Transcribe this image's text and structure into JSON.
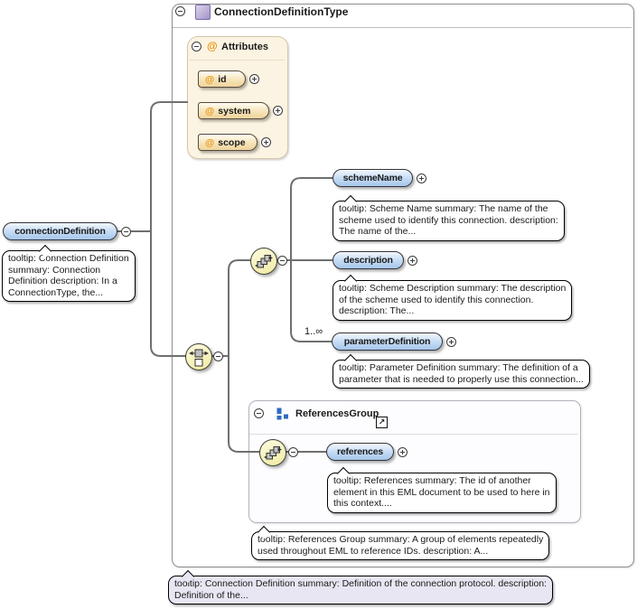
{
  "type_box": {
    "title": "ConnectionDefinitionType",
    "tooltip": "tooltip: Connection Definition summary: Definition of the connection protocol. description:\nDefinition of the..."
  },
  "attributes": {
    "title": "Attributes",
    "at_symbol": "@",
    "items": [
      {
        "label": "id"
      },
      {
        "label": "system"
      },
      {
        "label": "scope"
      }
    ]
  },
  "root": {
    "label": "connectionDefinition",
    "tooltip": "tooltip: Connection Definition\nsummary: Connection\nDefinition description: In a\nConnectionType, the..."
  },
  "elements": {
    "schemeName": {
      "label": "schemeName",
      "tooltip": "tooltip: Scheme Name summary: The name of the\nscheme used to identify this connection. description:\nThe name of the..."
    },
    "description": {
      "label": "description",
      "tooltip": "tooltip: Scheme Description summary: The description\nof the scheme used to identify this connection.\ndescription: The..."
    },
    "parameterDefinition": {
      "label": "parameterDefinition",
      "occurrence": "1..∞",
      "tooltip": "tooltip: Parameter Definition summary: The definition of a\nparameter that is needed to properly use this connection..."
    },
    "references": {
      "label": "references",
      "tooltip": "tooltip: References summary: The id of another\nelement in this EML document to be used to here in\nthis context...."
    }
  },
  "references_group": {
    "title": "ReferencesGroup",
    "external_link_glyph": "↗",
    "tooltip": "tooltip: References Group summary: A group of elements repeatedly\nused throughout EML to reference IDs. description: A..."
  },
  "colors": {
    "element_fill": "#a5c6ec",
    "attribute_fill": "#efd49c",
    "compositor_fill": "#f1eba3",
    "type_icon_fill": "#a393c8",
    "group_icon_fill": "#2a6bbf",
    "attribute_marker": "#e8920a",
    "type_tooltip_fill": "#e8e6f2",
    "connector": "#6f6f6f"
  }
}
